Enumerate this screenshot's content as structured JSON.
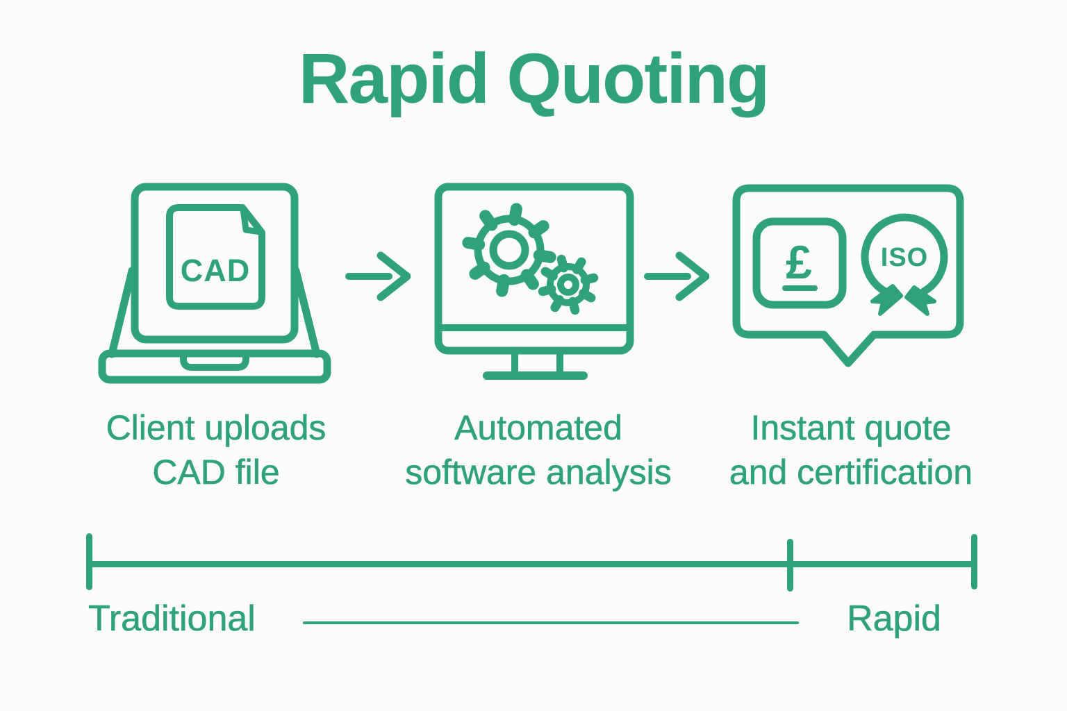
{
  "title": "Rapid Quoting",
  "colors": {
    "accent": "#2fa27d",
    "background": "#fcfcfa"
  },
  "steps": [
    {
      "icon": "laptop-cad-icon",
      "icon_label": "CAD",
      "label_line1": "Client uploads",
      "label_line2": "CAD file"
    },
    {
      "icon": "gears-monitor-icon",
      "label_line1": "Automated",
      "label_line2": "software analysis"
    },
    {
      "icon": "quote-certificate-icon",
      "currency_symbol": "£",
      "badge_label": "ISO",
      "label_line1": "Instant quote",
      "label_line2": "and certification"
    }
  ],
  "timeline": {
    "left_label": "Traditional",
    "right_label": "Rapid"
  }
}
